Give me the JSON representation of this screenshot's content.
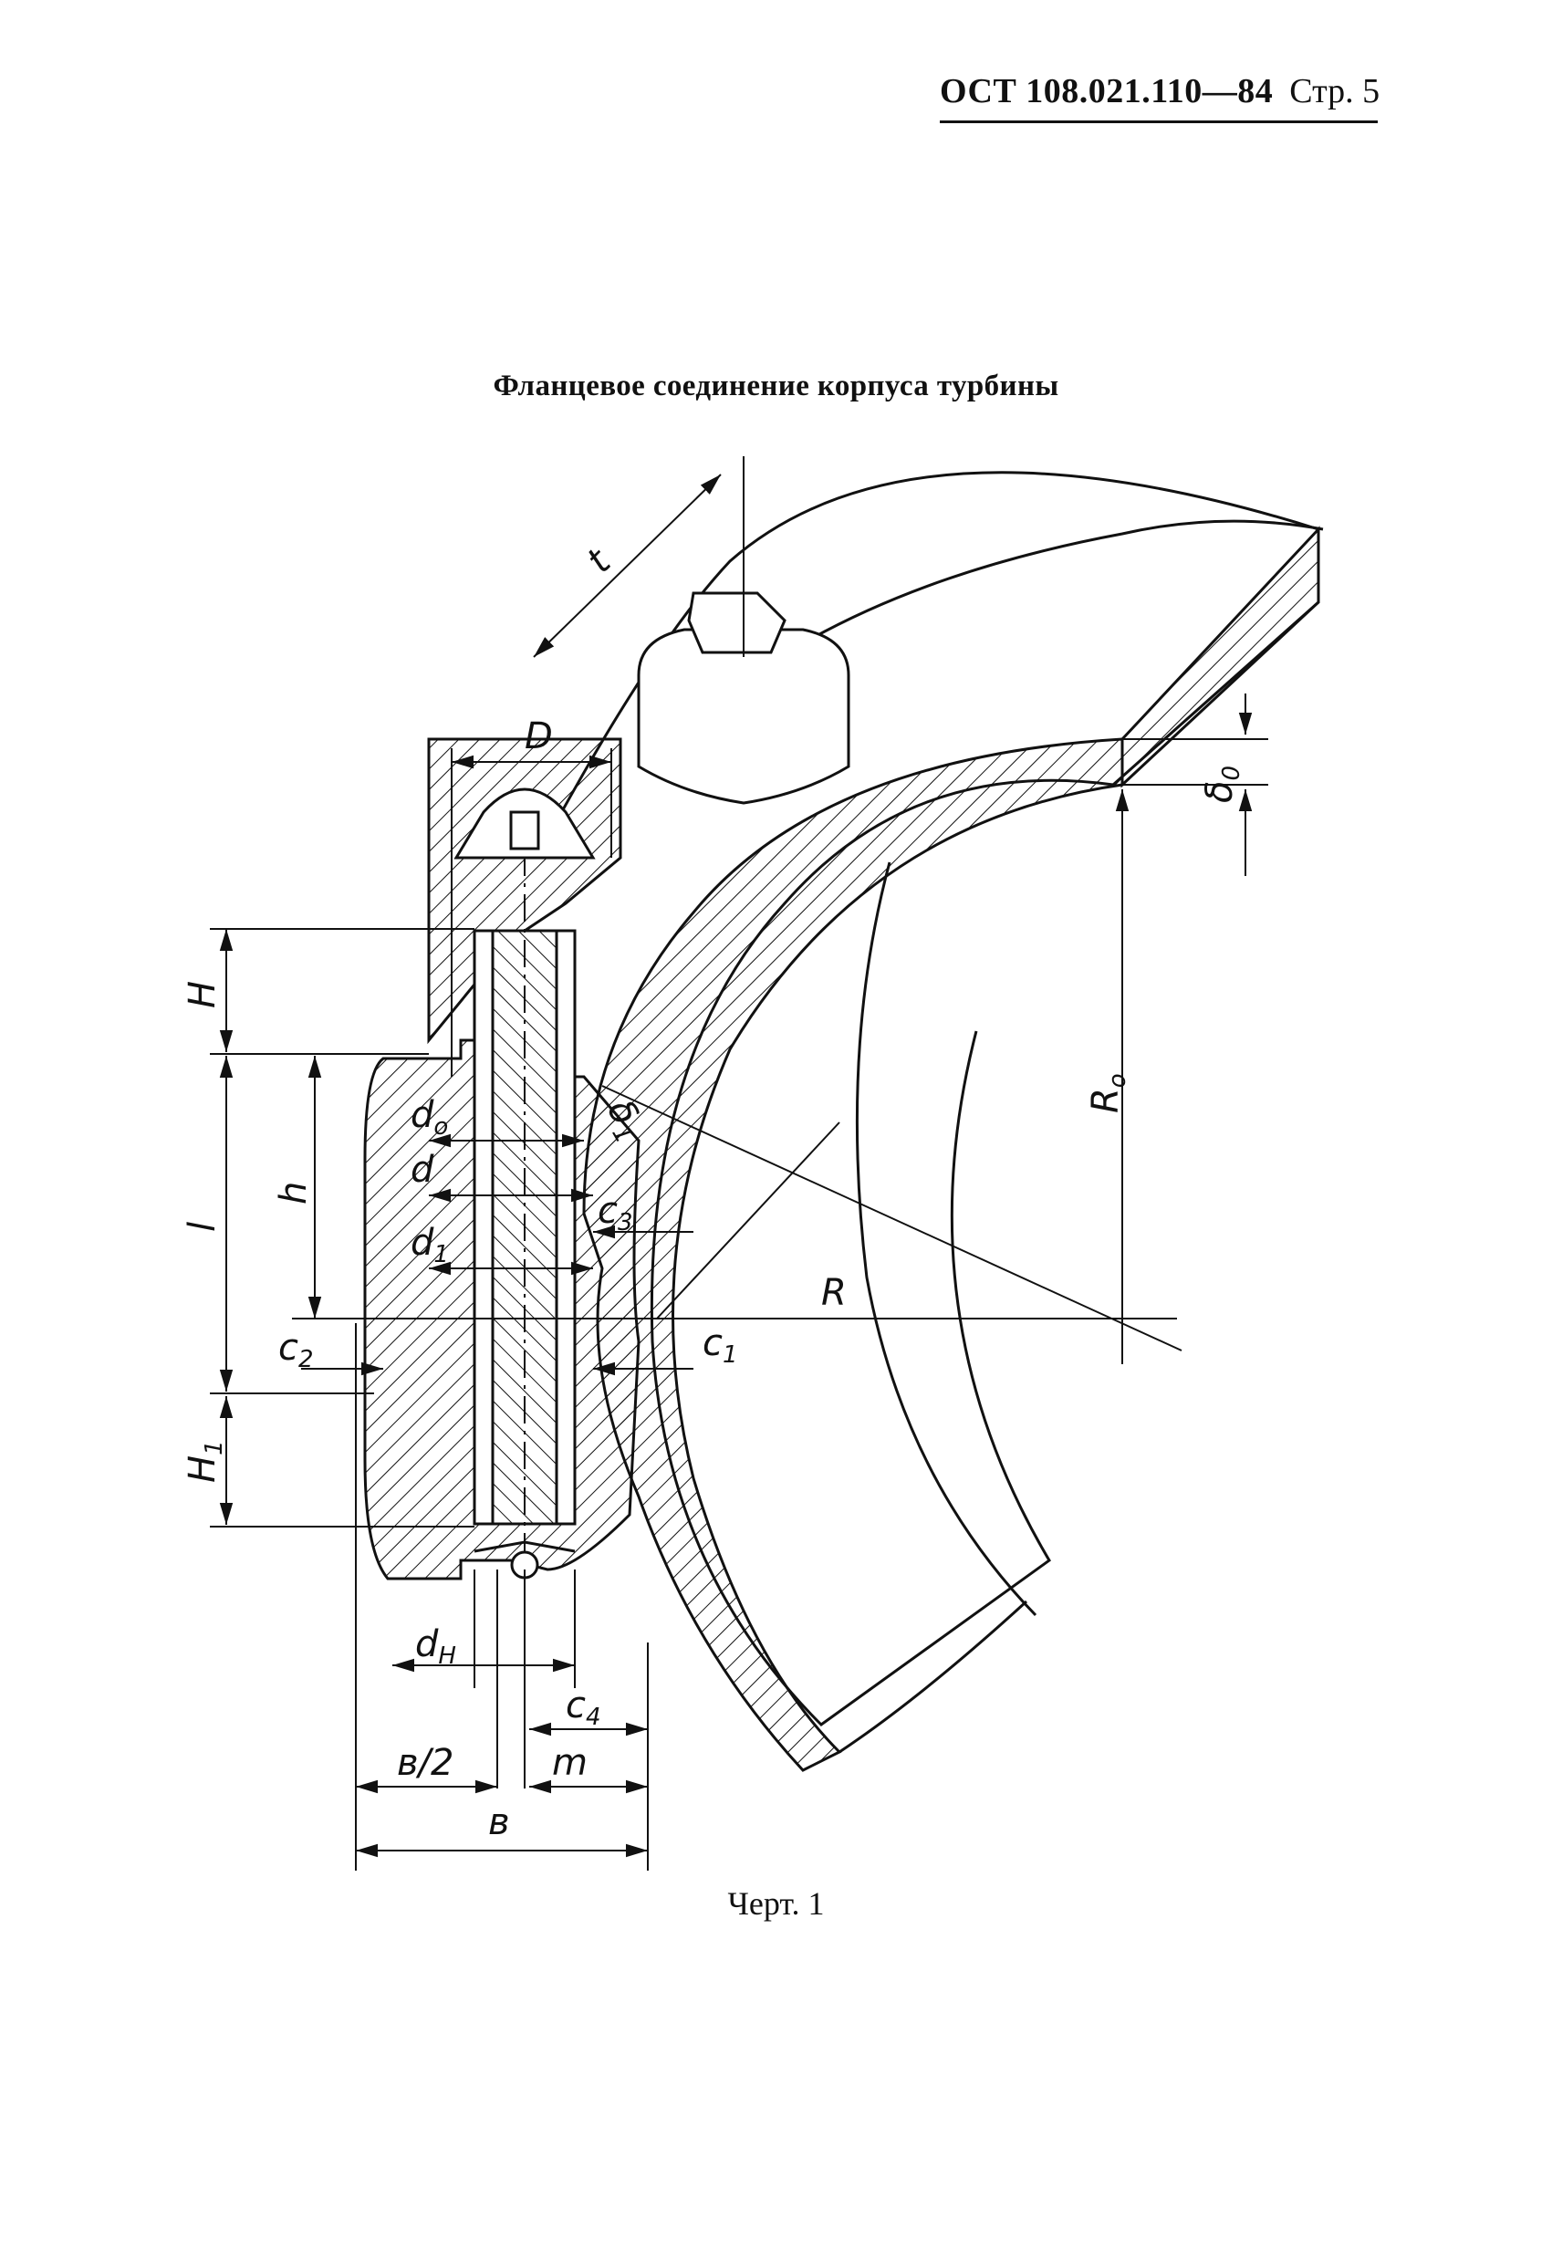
{
  "header": {
    "code": "ОСТ 108.021.110—84",
    "page": "Стр. 5"
  },
  "title": "Фланцевое соединение корпуса турбины",
  "caption": "Черт. 1",
  "labels": {
    "t": "t",
    "D": "D",
    "delta0": "δ",
    "delta0_sub": "0",
    "R0": "R",
    "R0_sub": "o",
    "H": "H",
    "l": "l",
    "h": "h",
    "d0": "d",
    "d0_sub": "o",
    "d": "d",
    "d1": "d",
    "d1_sub": "1",
    "delta1": "δ",
    "delta1_sub": "1",
    "c3": "c",
    "c3_sub": "3",
    "R": "R",
    "c1": "c",
    "c1_sub": "1",
    "c2": "c",
    "c2_sub": "2",
    "H1": "H",
    "H1_sub": "1",
    "dH": "d",
    "dH_sub": "H",
    "c4": "c",
    "c4_sub": "4",
    "b_half": "в/2",
    "m": "m",
    "b": "в"
  },
  "icons": {
    "hatch": "section-hatch-pattern",
    "bolt": "hex-nut-icon"
  }
}
